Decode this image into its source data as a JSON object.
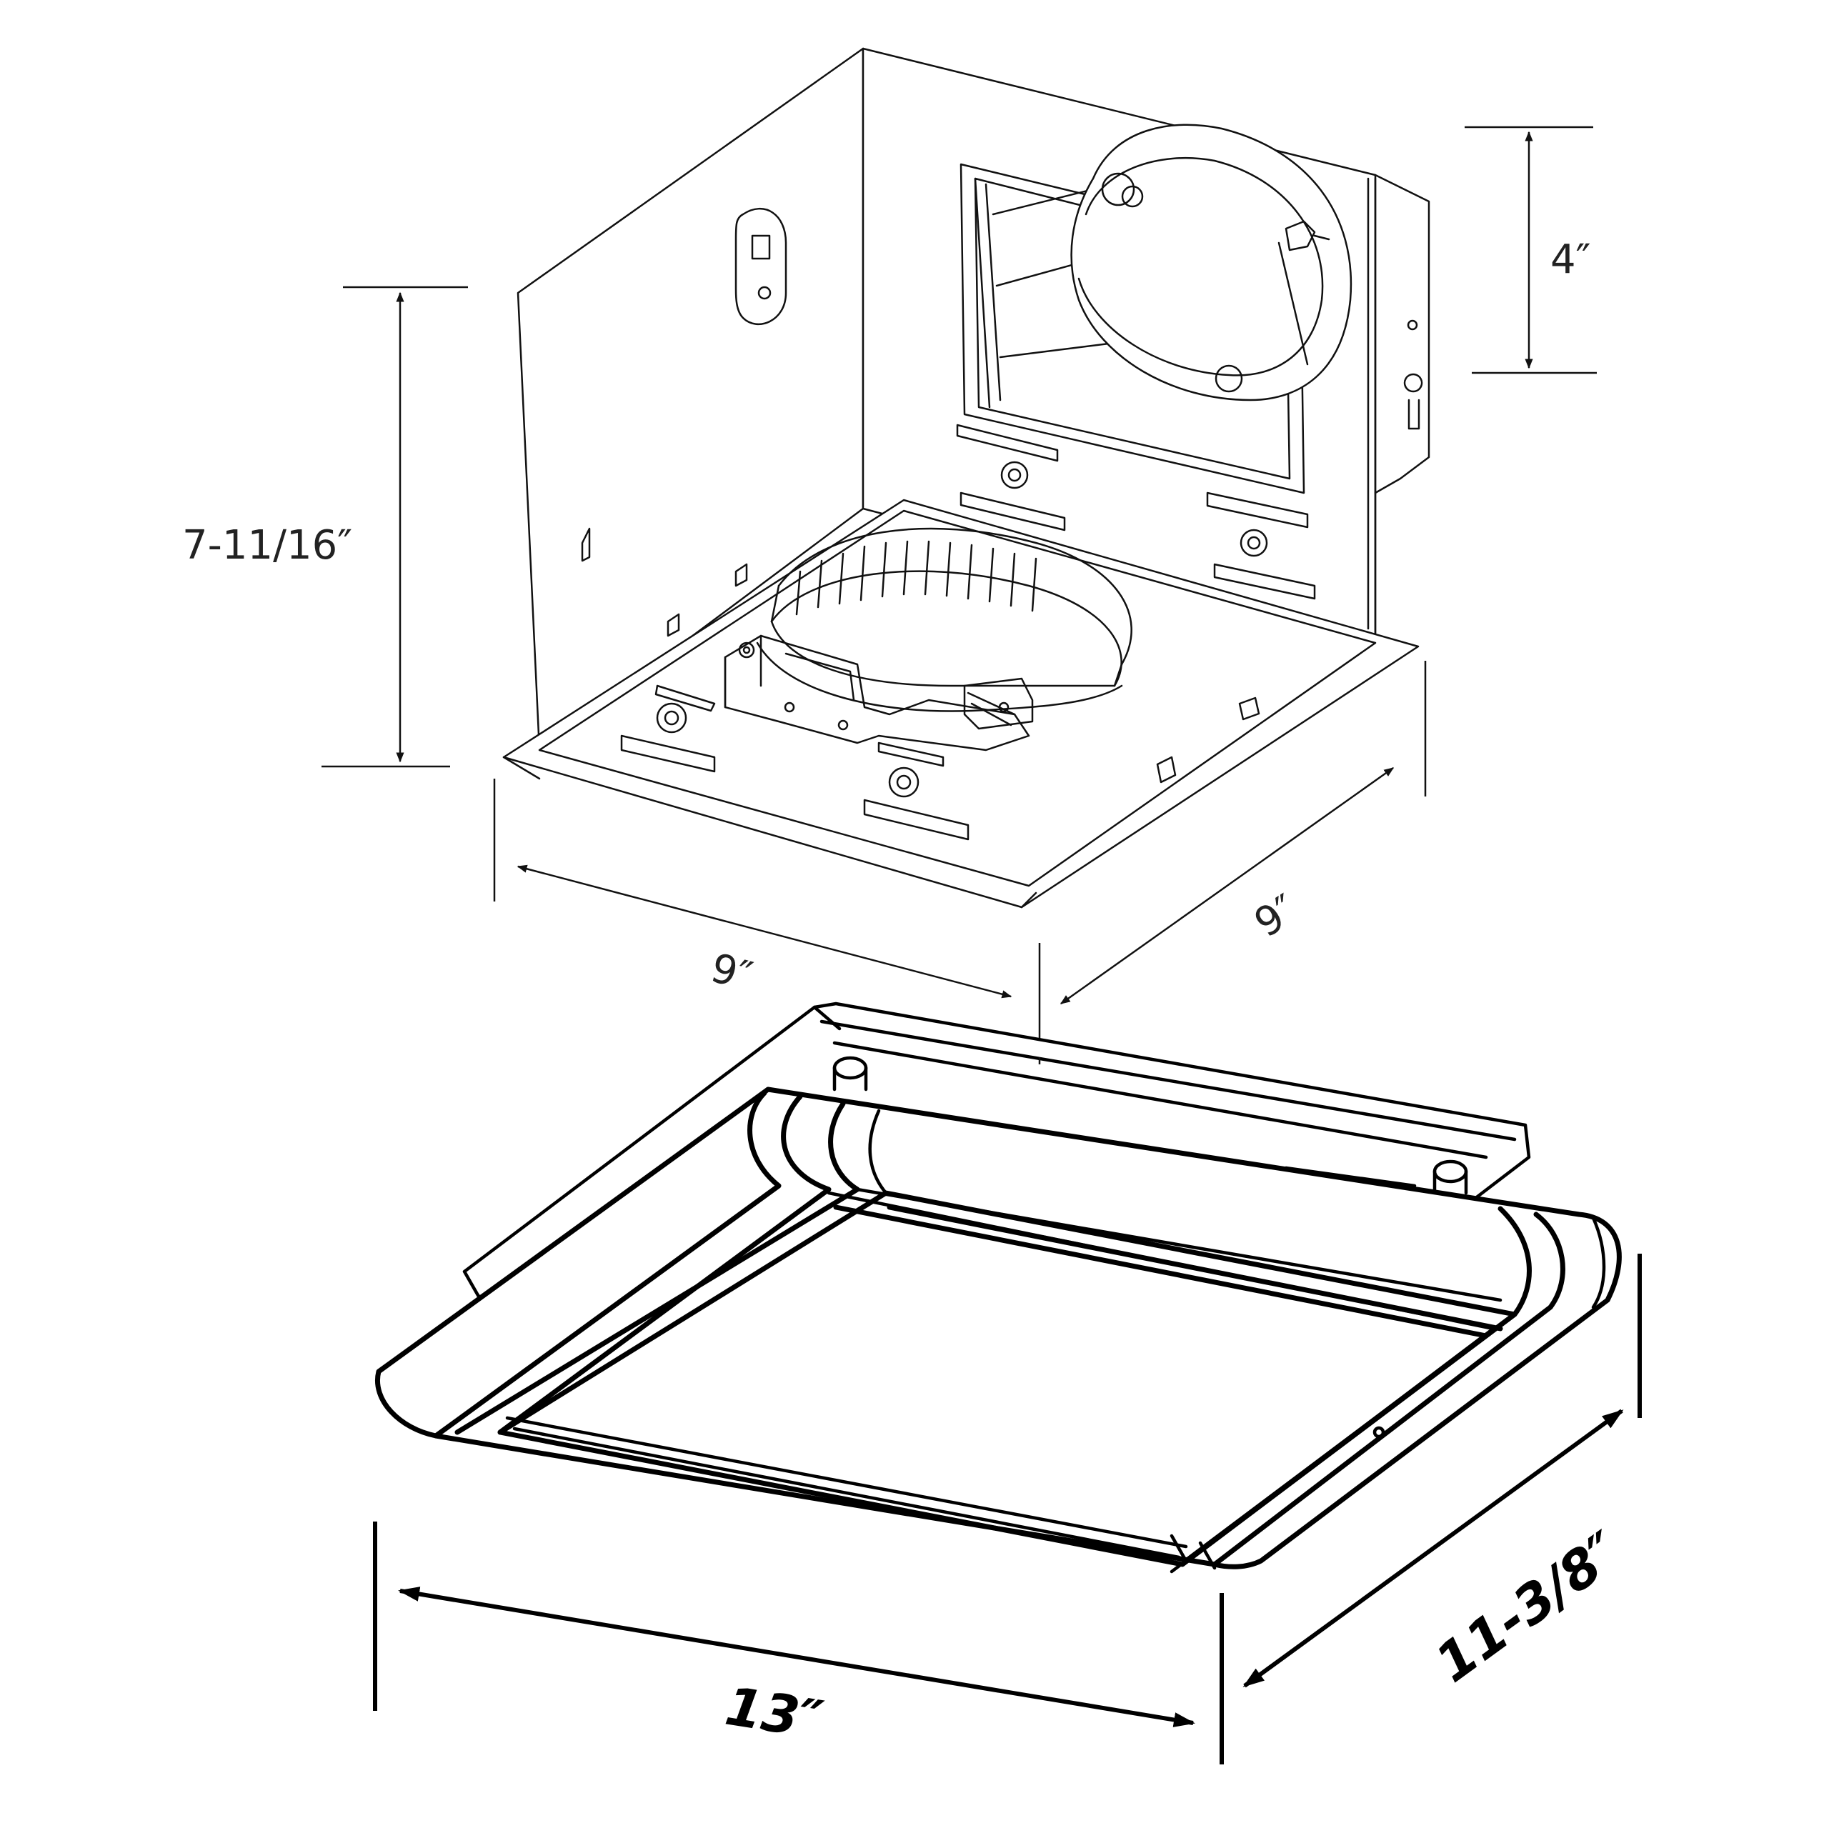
{
  "dimensions": {
    "collar_height": "4″",
    "housing_height": "7-11/16″",
    "housing_width": "9″",
    "housing_depth": "9″",
    "grille_width": "13″",
    "grille_depth": "11-3/8″"
  },
  "colors": {
    "line": "#111111",
    "background": "#ffffff"
  }
}
